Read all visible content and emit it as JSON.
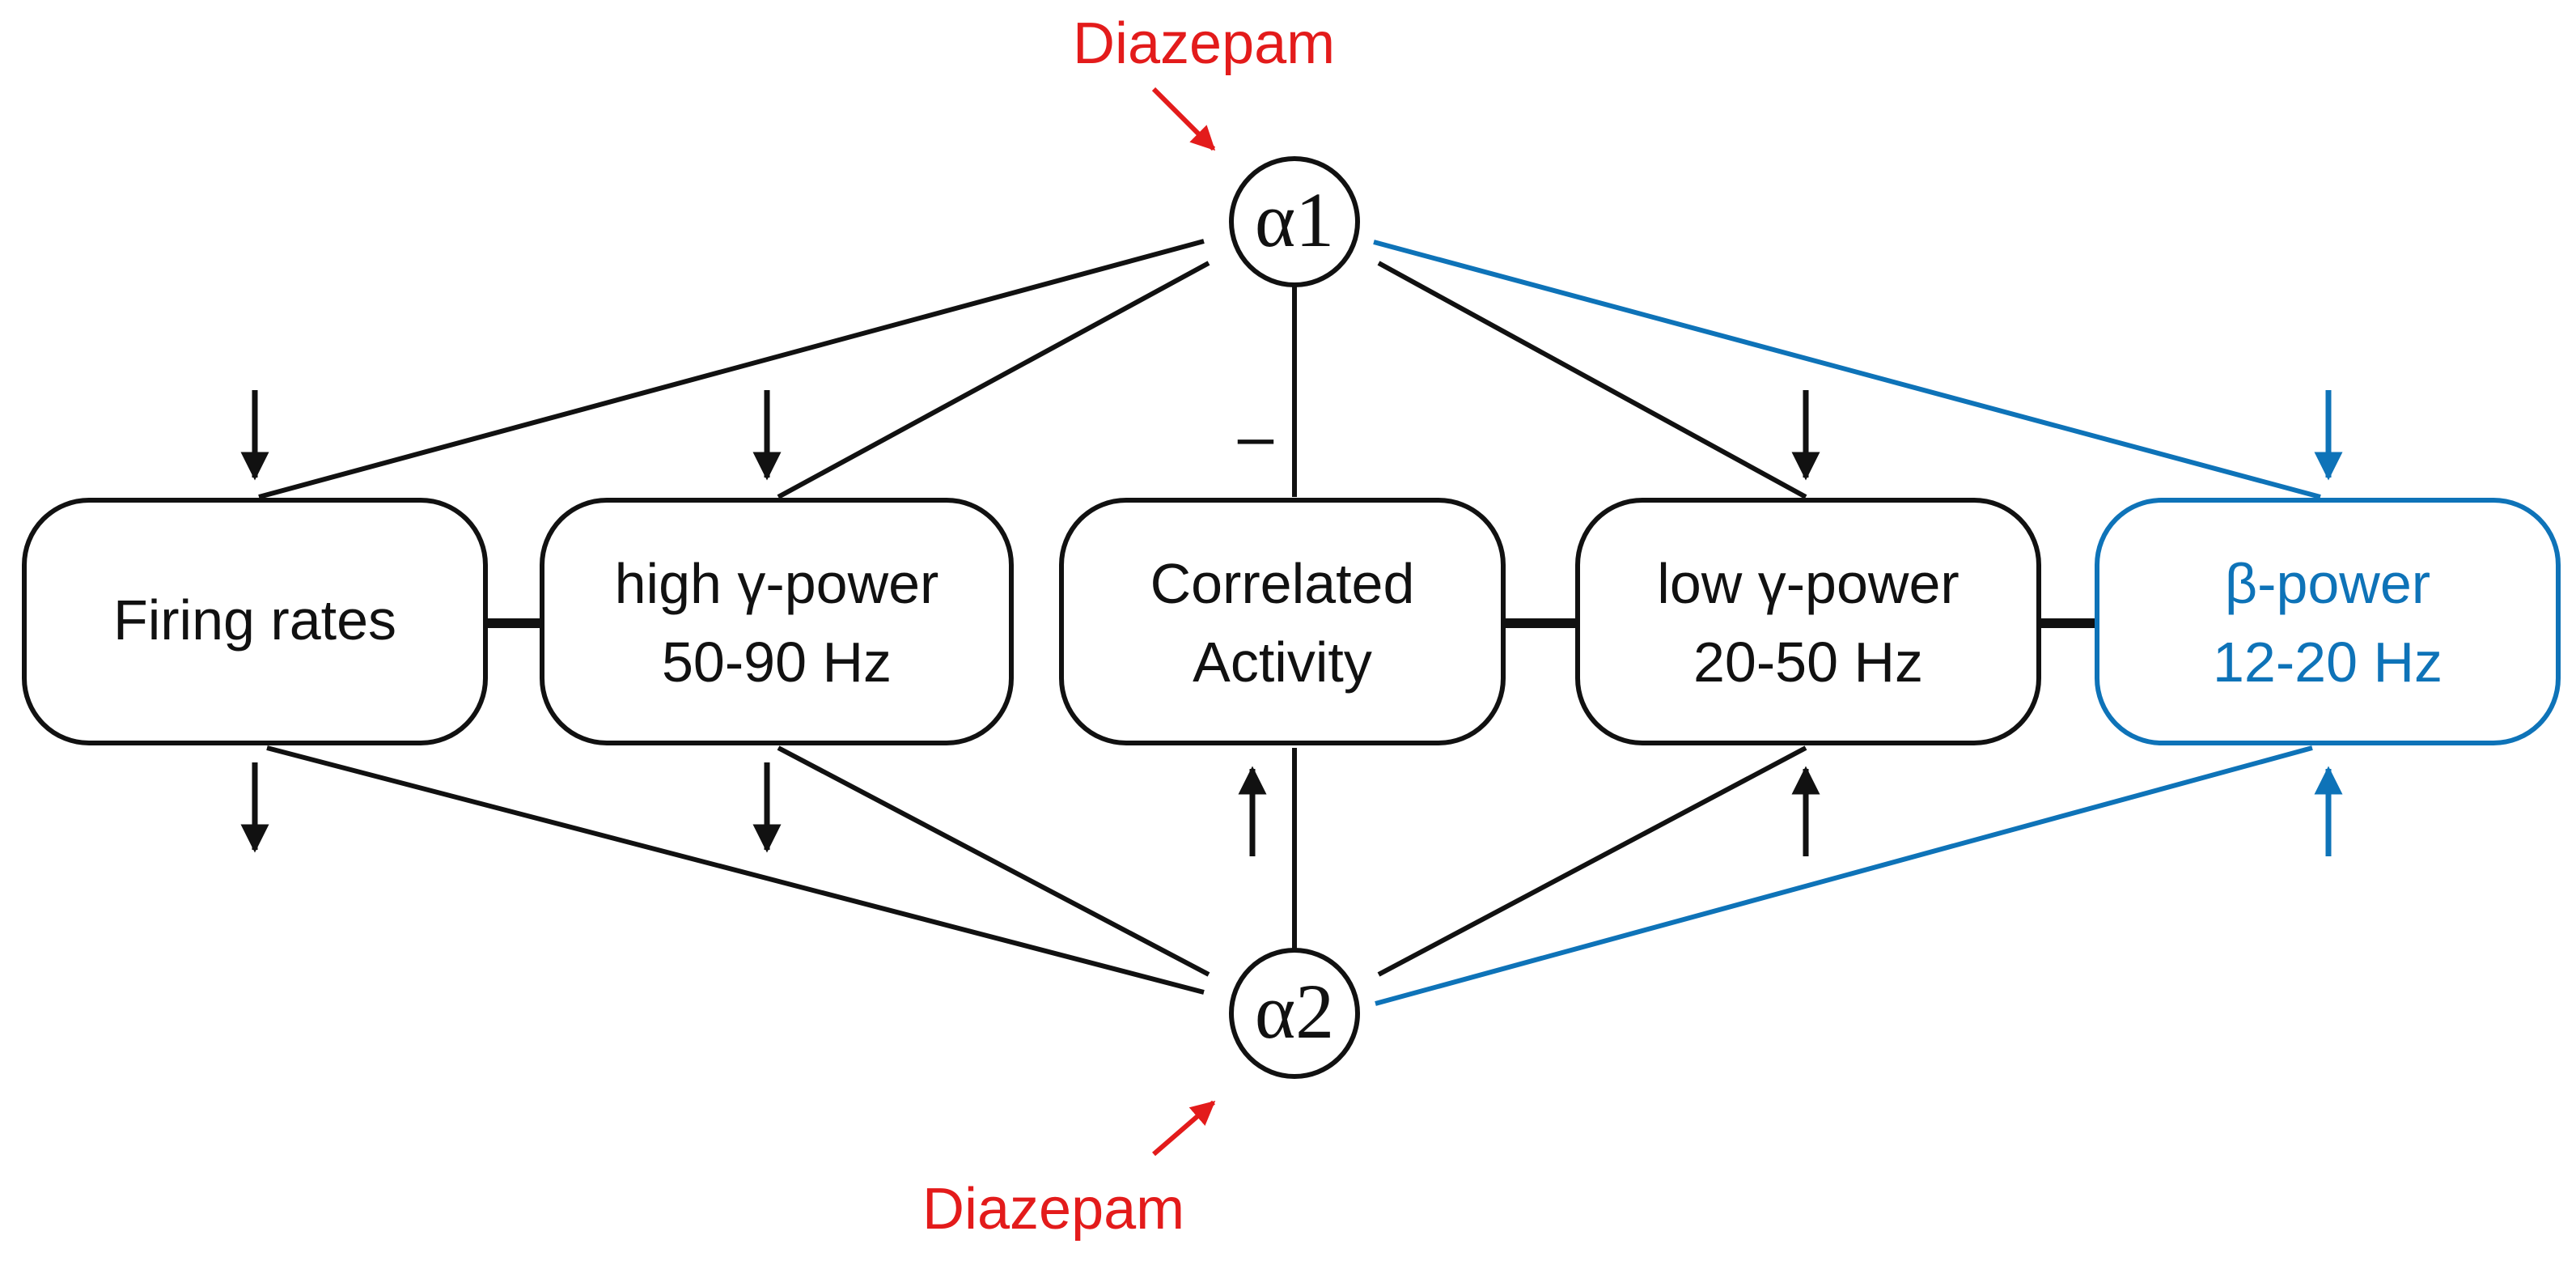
{
  "colors": {
    "black": "#111111",
    "blue": "#0e73b8",
    "red": "#e31b1b"
  },
  "drug_top": "Diazepam",
  "drug_bottom": "Diazepam",
  "receptor_top": "α1",
  "receptor_bottom": "α2",
  "boxes": {
    "firing": {
      "line1": "Firing rates"
    },
    "high_gamma": {
      "line1": "high γ-power",
      "line2": "50-90 Hz"
    },
    "correlated": {
      "line1": "Correlated",
      "line2": "Activity"
    },
    "low_gamma": {
      "line1": "low γ-power",
      "line2": "20-50 Hz"
    },
    "beta": {
      "line1": "β-power",
      "line2": "12-20 Hz"
    }
  },
  "minus_sign": "–",
  "effects": {
    "alpha1": [
      {
        "target": "firing",
        "direction": "down"
      },
      {
        "target": "high_gamma",
        "direction": "down"
      },
      {
        "target": "correlated",
        "direction": "none",
        "label": "–"
      },
      {
        "target": "low_gamma",
        "direction": "down"
      },
      {
        "target": "beta",
        "direction": "down"
      }
    ],
    "alpha2": [
      {
        "target": "firing",
        "direction": "down"
      },
      {
        "target": "high_gamma",
        "direction": "down"
      },
      {
        "target": "correlated",
        "direction": "up"
      },
      {
        "target": "low_gamma",
        "direction": "up"
      },
      {
        "target": "beta",
        "direction": "up"
      }
    ]
  },
  "arrow_icons": {
    "down": "arrow-down-icon",
    "up": "arrow-up-icon",
    "drug": "arrow-diagonal-icon"
  }
}
